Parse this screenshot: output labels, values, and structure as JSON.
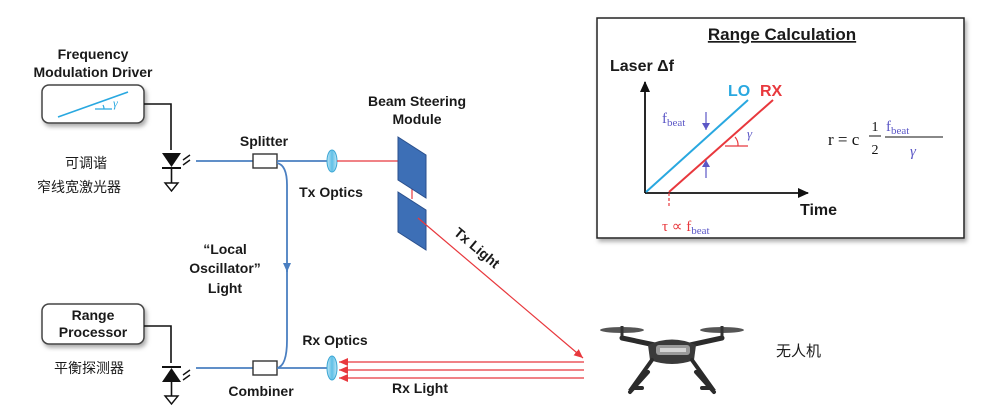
{
  "colors": {
    "optical_blue": "#4a7fc1",
    "laser_red": "#e8383d",
    "lo_cyan": "#29a8e0",
    "rx_red": "#e8383d",
    "mirror_blue": "#3d6fb6",
    "gamma_purple": "#5b57c6"
  },
  "labels": {
    "freq_driver_line1": "Frequency",
    "freq_driver_line2": "Modulation Driver",
    "gamma": "γ",
    "laser_cn_line1": "可调谐",
    "laser_cn_line2": "窄线宽激光器",
    "splitter": "Splitter",
    "tx_optics": "Tx Optics",
    "beam_steering_line1": "Beam Steering",
    "beam_steering_line2": "Module",
    "tx_light": "Tx Light",
    "lo_line1": "“Local",
    "lo_line2": "Oscillator”",
    "lo_line3": "Light",
    "range_proc_line1": "Range",
    "range_proc_line2": "Processor",
    "detector_cn": "平衡探测器",
    "rx_optics": "Rx Optics",
    "combiner": "Combiner",
    "rx_light": "Rx Light",
    "drone_cn": "无人机"
  },
  "inset": {
    "title": "Range Calculation",
    "y_axis": "Laser Δf",
    "x_axis": "Time",
    "lo": "LO",
    "rx": "RX",
    "fbeat": "f",
    "fbeat_sub": "beat",
    "gamma": "γ",
    "tau_prefix": "τ ∝ f",
    "tau_sub": "beat",
    "formula_r": "r = c",
    "formula_one": "1",
    "formula_two": "2",
    "formula_fbeat": "f",
    "formula_fbeat_sub": "beat",
    "formula_gamma": "γ"
  }
}
